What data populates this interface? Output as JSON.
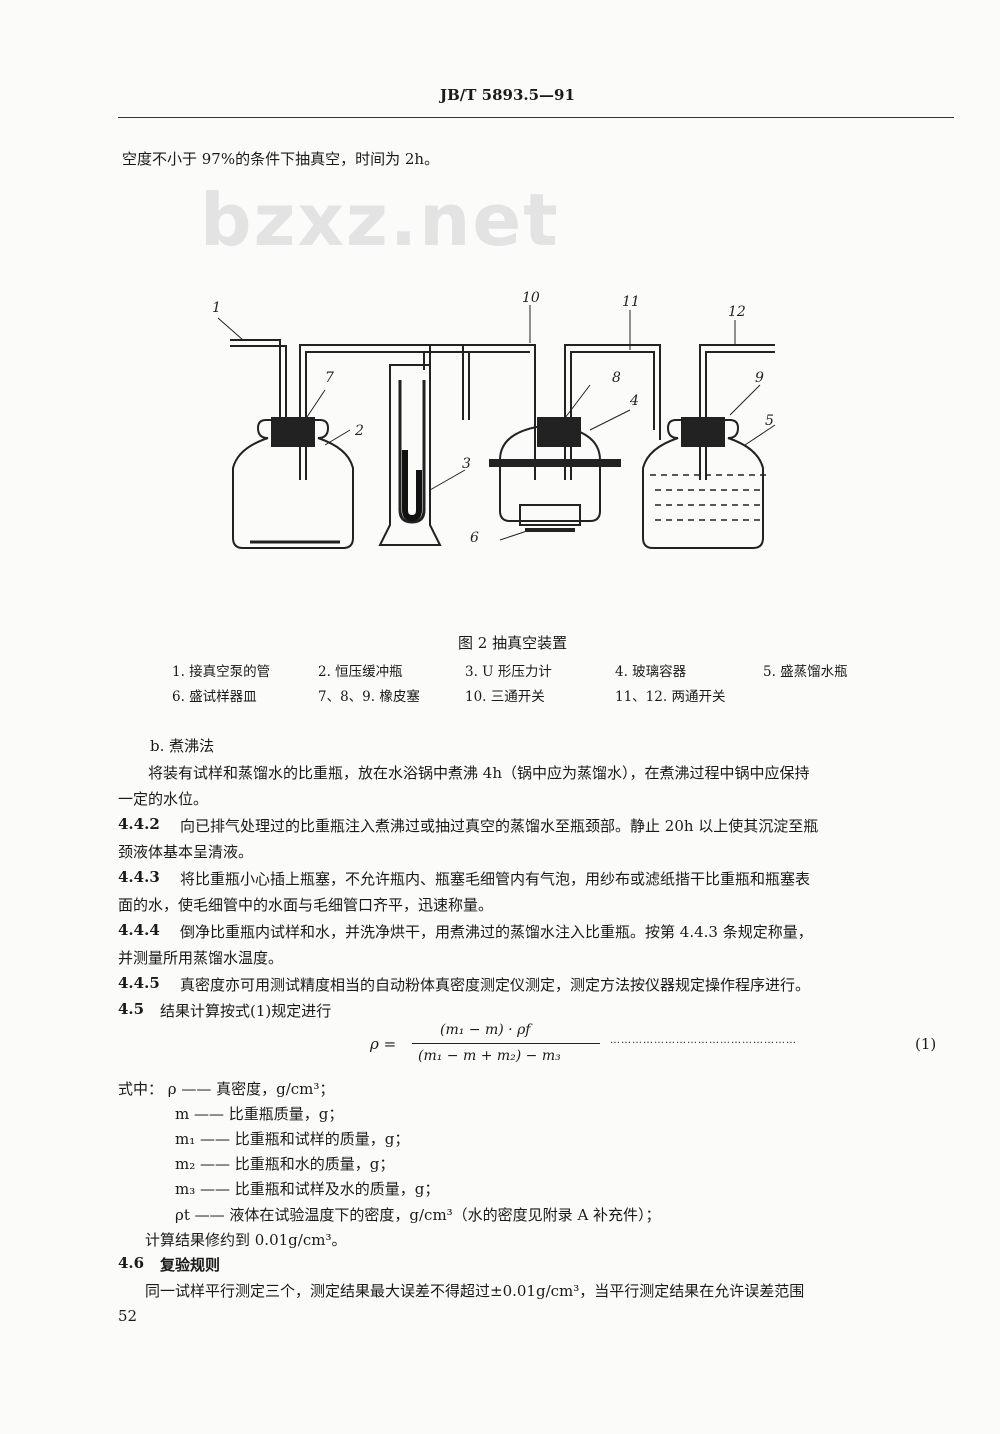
{
  "header": "JB/T  5893.5—91",
  "watermark": "bzxz.net",
  "intro_line": "空度不小于 97%的条件下抽真空，时间为 2h。",
  "figure": {
    "labels": [
      "1",
      "2",
      "3",
      "4",
      "5",
      "6",
      "7",
      "8",
      "9",
      "10",
      "11",
      "12"
    ],
    "caption": "图 2   抽真空装置",
    "legend_row1": [
      "1. 接真空泵的管",
      "2. 恒压缓冲瓶",
      "3. U 形压力计",
      "4. 玻璃容器",
      "5. 盛蒸馏水瓶"
    ],
    "legend_row2": [
      "6. 盛试样器皿",
      "7、8、9. 橡皮塞",
      "10. 三通开关",
      "11、12. 两通开关"
    ]
  },
  "sec_b": "b.    煮沸法",
  "p_b1": "将装有试样和蒸馏水的比重瓶，放在水浴锅中煮沸 4h（锅中应为蒸馏水），在煮沸过程中锅中应保持",
  "p_b2": "一定的水位。",
  "s442_num": "4.4.2",
  "s442_1": "向已排气处理过的比重瓶注入煮沸过或抽过真空的蒸馏水至瓶颈部。静止 20h 以上使其沉淀至瓶",
  "s442_2": "颈液体基本呈清液。",
  "s443_num": "4.4.3",
  "s443_1": "将比重瓶小心插上瓶塞，不允许瓶内、瓶塞毛细管内有气泡，用纱布或滤纸揩干比重瓶和瓶塞表",
  "s443_2": "面的水，使毛细管中的水面与毛细管口齐平，迅速称量。",
  "s444_num": "4.4.4",
  "s444_1": "倒净比重瓶内试样和水，并洗净烘干，用煮沸过的蒸馏水注入比重瓶。按第 4.4.3 条规定称量，",
  "s444_2": "并测量所用蒸馏水温度。",
  "s445_num": "4.4.5",
  "s445_1": "真密度亦可用测试精度相当的自动粉体真密度测定仪测定，测定方法按仪器规定操作程序进行。",
  "s45_num": "4.5",
  "s45_1": "结果计算按式(1)规定进行",
  "formula": {
    "lhs": "ρ =",
    "num": "(m₁ − m) · ρf",
    "den": "(m₁ − m + m₂) − m₃",
    "dots": "……………………………………………",
    "no": "(1)"
  },
  "where": [
    "式中：  ρ —— 真密度，g/cm³；",
    "m —— 比重瓶质量，g；",
    "m₁ —— 比重瓶和试样的质量，g；",
    "m₂ —— 比重瓶和水的质量，g；",
    "m₃ —— 比重瓶和试样及水的质量，g；",
    "ρt —— 液体在试验温度下的密度，g/cm³（水的密度见附录 A 补充件）；"
  ],
  "round": "计算结果修约到 0.01g/cm³。",
  "s46_num": "4.6",
  "s46_title": "复验规则",
  "s46_1": "同一试样平行测定三个，测定结果最大误差不得超过±0.01g/cm³，当平行测定结果在允许误差范围",
  "page_no": "52"
}
